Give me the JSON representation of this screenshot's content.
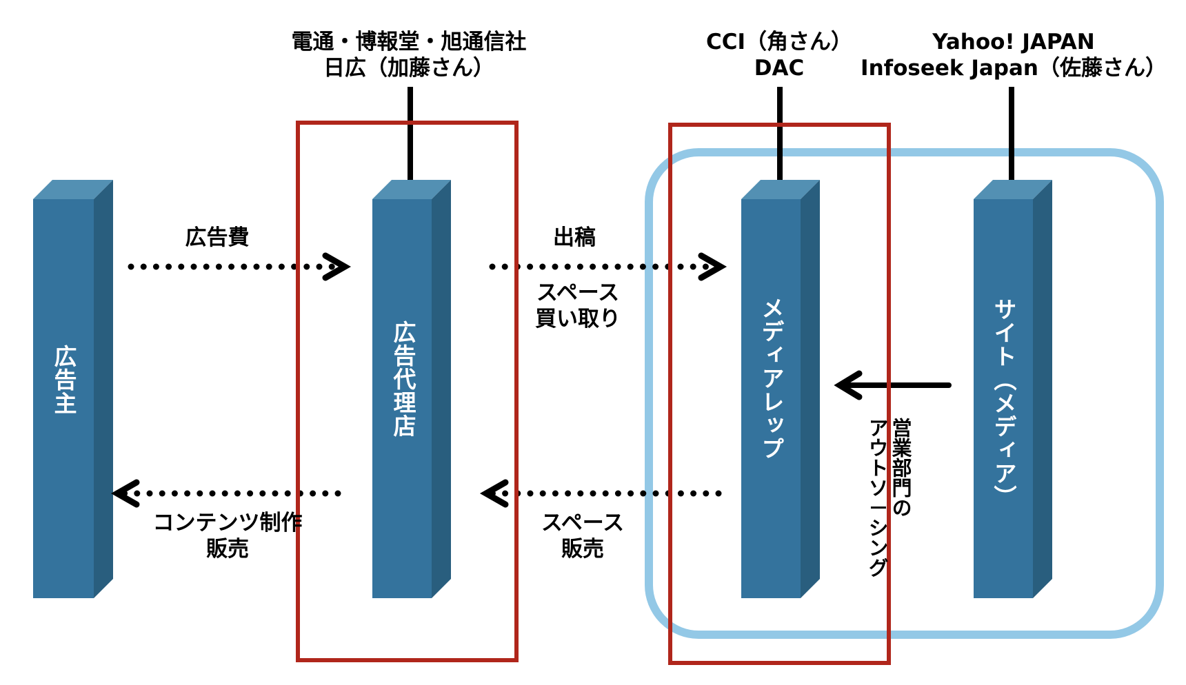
{
  "colors": {
    "pillar_front": "#34739d",
    "pillar_top": "#5390b3",
    "pillar_side": "#295e7e",
    "red_frame": "#b0261b",
    "blue_frame": "#93c8e6",
    "arrow": "#000000",
    "label_text": "#000000",
    "pillar_text": "#ffffff"
  },
  "nodes": [
    {
      "id": "advertiser",
      "label": "広告主"
    },
    {
      "id": "agency",
      "label": "広告代理店"
    },
    {
      "id": "media_rep",
      "label": "メディアレップ"
    },
    {
      "id": "site",
      "label": "サイト（メディア）"
    }
  ],
  "top_labels": {
    "agency": {
      "line1": "電通・博報堂・旭通信社",
      "line2": "日広（加藤さん）"
    },
    "media_rep": {
      "line1": "CCI（角さん）",
      "line2": "DAC"
    },
    "site": {
      "line1": "Yahoo! JAPAN",
      "line2": "Infoseek Japan（佐藤さん）"
    }
  },
  "edges": [
    {
      "from": "advertiser",
      "to": "agency",
      "style": "dotted",
      "label": "広告費"
    },
    {
      "from": "agency",
      "to": "media_rep",
      "style": "dotted",
      "label": "出稿",
      "sublabel_line1": "スペース",
      "sublabel_line2": "買い取り"
    },
    {
      "from": "agency",
      "to": "advertiser",
      "style": "dotted",
      "label_line1": "コンテンツ制作",
      "label_line2": "販売"
    },
    {
      "from": "media_rep",
      "to": "agency",
      "style": "dotted",
      "label_line1": "スペース",
      "label_line2": "販売"
    },
    {
      "from": "site",
      "to": "media_rep",
      "style": "solid",
      "label_col1": "営業部門の",
      "label_col2": "アウトソ－シング"
    }
  ]
}
